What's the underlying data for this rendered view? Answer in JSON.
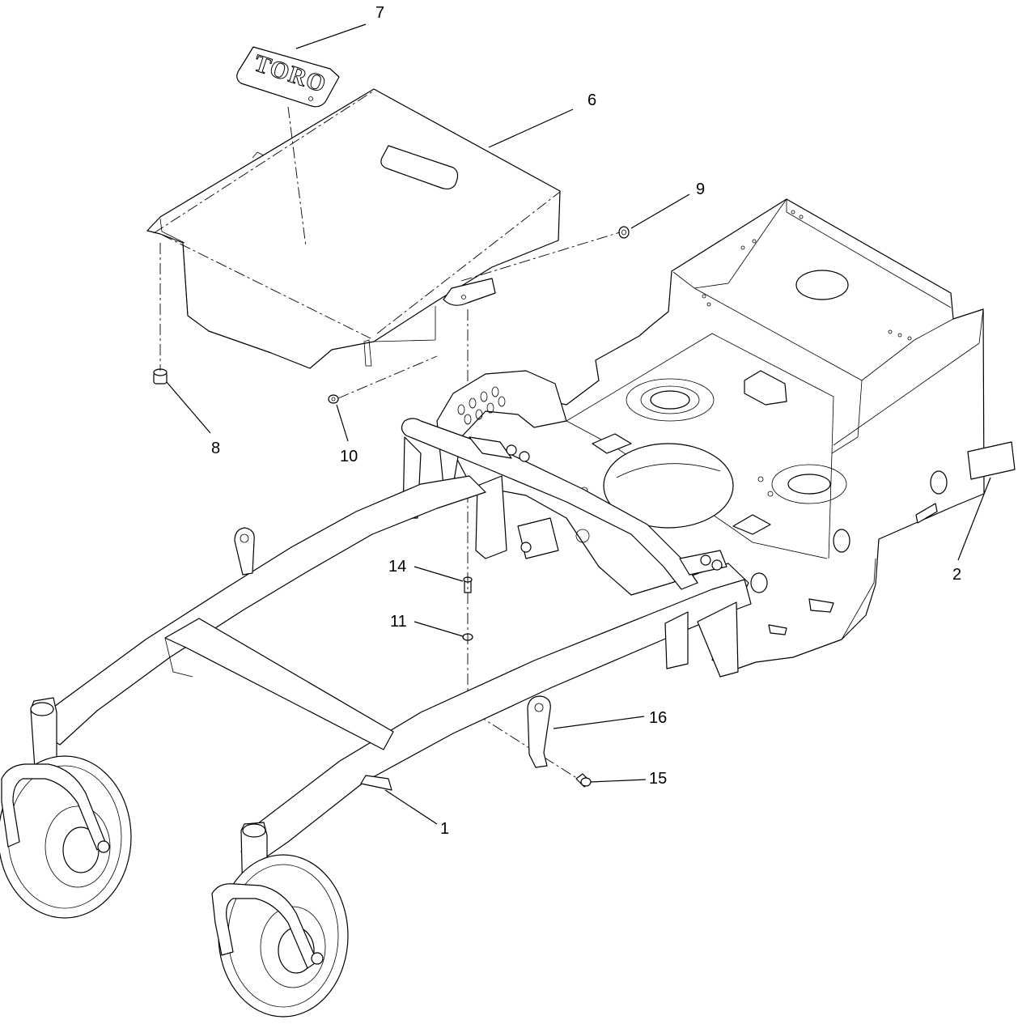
{
  "diagram": {
    "callouts": [
      {
        "id": "c7",
        "label": "7"
      },
      {
        "id": "c6",
        "label": "6"
      },
      {
        "id": "c9",
        "label": "9"
      },
      {
        "id": "c8",
        "label": "8"
      },
      {
        "id": "c10",
        "label": "10"
      },
      {
        "id": "c14",
        "label": "14"
      },
      {
        "id": "c11",
        "label": "11"
      },
      {
        "id": "c2",
        "label": "2"
      },
      {
        "id": "c16",
        "label": "16"
      },
      {
        "id": "c15",
        "label": "15"
      },
      {
        "id": "c1",
        "label": "1"
      }
    ],
    "logo_text": "TORO"
  }
}
